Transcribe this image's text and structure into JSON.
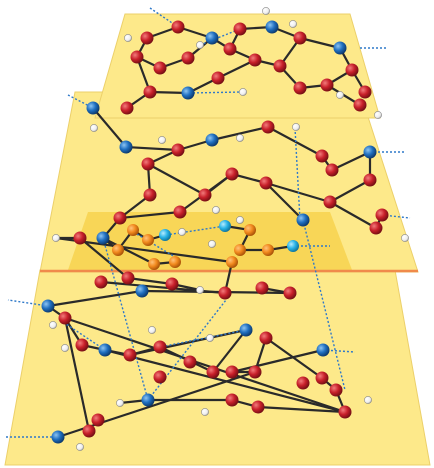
{
  "colors": {
    "background": "#ffffff",
    "layer_fill": "#fde98a",
    "layer_edge": "#e9c94a",
    "highlight_fill": "#f7d24e",
    "interface_line": "#f08a4b",
    "oxygen": "#c8202a",
    "nitrogen": "#1f6fc0",
    "hydrogen": "#f6f6f6",
    "interface_atom": "#f28a1e",
    "interface_nitrogen": "#2ab4e8",
    "bond": "#2a2a2a",
    "hydrogen_bond": "#2f79c9"
  },
  "atom_types": [
    "oxygen",
    "nitrogen",
    "hydrogen",
    "interface_atom",
    "interface_nitrogen"
  ],
  "layers": [
    "upper-layer",
    "middle-layer",
    "lower-layer"
  ]
}
